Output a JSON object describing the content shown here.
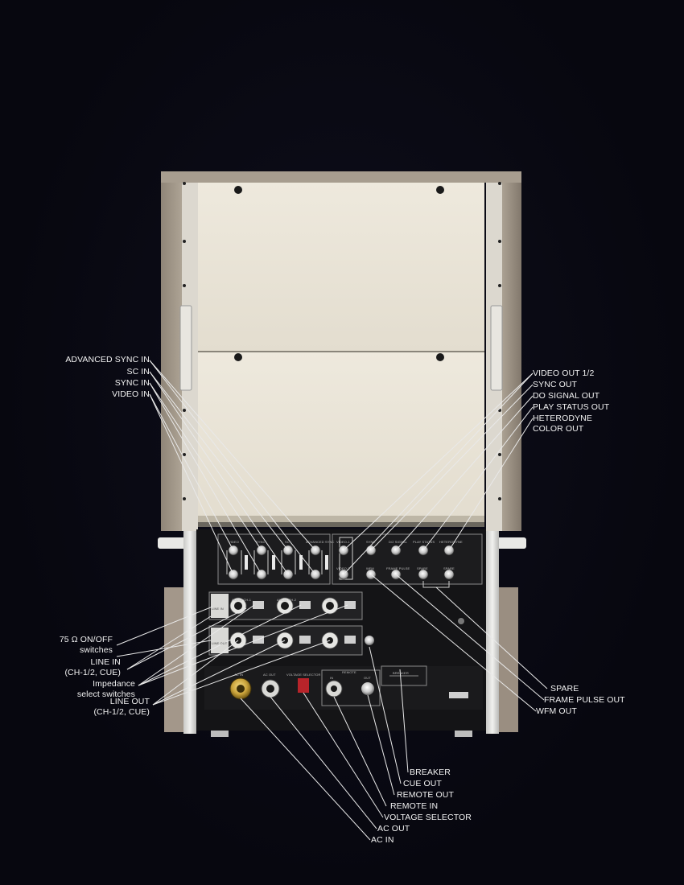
{
  "left_labels": {
    "advanced_sync_in": "ADVANCED SYNC IN",
    "sc_in": "SC IN",
    "sync_in": "SYNC IN",
    "video_in": "VIDEO IN",
    "ohm_switch_1": "75 Ω ON/OFF",
    "ohm_switch_2": "switches",
    "line_in_1": "LINE IN",
    "line_in_2": "(CH-1/2, CUE)",
    "impedance_1": "Impedance",
    "impedance_2": "select switches",
    "line_out_1": "LINE OUT",
    "line_out_2": "(CH-1/2, CUE)"
  },
  "right_labels": {
    "video_out": "VIDEO OUT 1/2",
    "sync_out": "SYNC OUT",
    "do_signal_out": "DO SIGNAL OUT",
    "play_status_out": "PLAY STATUS OUT",
    "heterodyne_1": "HETERODYNE",
    "heterodyne_2": "COLOR OUT",
    "spare": "SPARE",
    "frame_pulse_out": "FRAME PULSE OUT",
    "wfm_out": "WFM OUT"
  },
  "bottom_labels": {
    "breaker": "BREAKER",
    "cue_out": "CUE OUT",
    "remote_out": "REMOTE OUT",
    "remote_in": "REMOTE IN",
    "voltage_selector": "VOLTAGE SELECTOR",
    "ac_out": "AC OUT",
    "ac_in": "AC IN"
  },
  "panel_labels": {
    "video": "VIDEO",
    "sync": "SYNC",
    "sc": "SC",
    "advanced_sync": "ADVANCED SYNC",
    "video_1": "VIDEO-1",
    "video_2": "VIDEO-2",
    "sync_r": "SYNC",
    "do_signal": "D/2 SIGNAL",
    "play_status": "PLAY STATUS",
    "heterodyne": "HETERODYNE",
    "wfm": "WFM",
    "frame_pulse": "FRAME PULSE",
    "spare_1": "SPARE",
    "spare_2": "SPARE",
    "audio_ch1": "AUDIO CH-1",
    "audio_ch2": "AUDIO CH-2",
    "cue": "CUE",
    "line_in": "LINE IN",
    "line_out": "LINE OUT",
    "ac_in": "AC IN",
    "ac_out": "AC OUT",
    "voltage_selector": "VOLTAGE SELECTOR",
    "remote": "REMOTE",
    "in": "IN",
    "out": "OUT",
    "breaker": "BREAKER"
  },
  "colors": {
    "background": "#07070f",
    "panel_cream": "#ece6d8",
    "rack_grey": "#a59a8c",
    "label_white": "#f2f2f2",
    "connector_gold": "#c9a23a",
    "voltage_red": "#b8242a"
  }
}
